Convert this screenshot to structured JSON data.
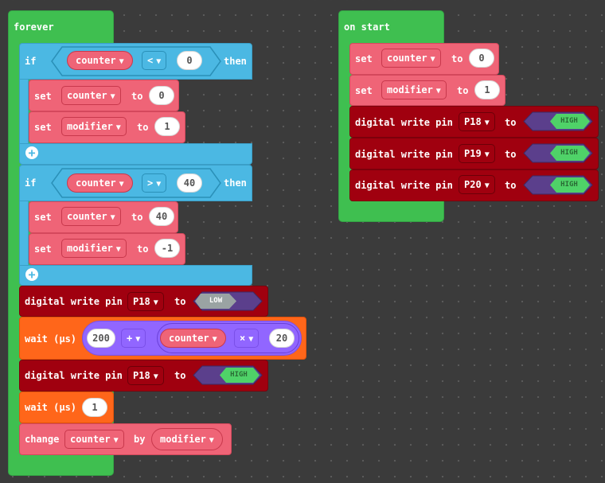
{
  "forever": {
    "title": "forever",
    "if1": {
      "kw_if": "if",
      "var": "counter",
      "op": "<",
      "value": "0",
      "kw_then": "then",
      "set_counter": {
        "kw_set": "set",
        "var": "counter",
        "kw_to": "to",
        "value": "0"
      },
      "set_modifier": {
        "kw_set": "set",
        "var": "modifier",
        "kw_to": "to",
        "value": "1"
      }
    },
    "if2": {
      "kw_if": "if",
      "var": "counter",
      "op": ">",
      "value": "40",
      "kw_then": "then",
      "set_counter": {
        "kw_set": "set",
        "var": "counter",
        "kw_to": "to",
        "value": "40"
      },
      "set_modifier": {
        "kw_set": "set",
        "var": "modifier",
        "kw_to": "to",
        "value": "-1"
      }
    },
    "dw_low": {
      "label": "digital write pin",
      "pin": "P18",
      "kw_to": "to",
      "state": "LOW"
    },
    "wait1": {
      "label": "wait (µs)",
      "a": "200",
      "op": "+",
      "var": "counter",
      "mul": "×",
      "b": "20"
    },
    "dw_high": {
      "label": "digital write pin",
      "pin": "P18",
      "kw_to": "to",
      "state": "HIGH"
    },
    "wait2": {
      "label": "wait (µs)",
      "value": "1"
    },
    "change": {
      "kw_change": "change",
      "var": "counter",
      "kw_by": "by",
      "by_var": "modifier"
    }
  },
  "onstart": {
    "title": "on start",
    "set_counter": {
      "kw_set": "set",
      "var": "counter",
      "kw_to": "to",
      "value": "0"
    },
    "set_modifier": {
      "kw_set": "set",
      "var": "modifier",
      "kw_to": "to",
      "value": "1"
    },
    "dw1": {
      "label": "digital write pin",
      "pin": "P18",
      "kw_to": "to",
      "state": "HIGH"
    },
    "dw2": {
      "label": "digital write pin",
      "pin": "P19",
      "kw_to": "to",
      "state": "HIGH"
    },
    "dw3": {
      "label": "digital write pin",
      "pin": "P20",
      "kw_to": "to",
      "state": "HIGH"
    }
  },
  "icons": {
    "dropdown": "▼",
    "add": "+"
  },
  "colors": {
    "loops": "#3fbf50",
    "logic": "#4bb8e3",
    "variables": "#ef6477",
    "pins": "#a0000f",
    "basic": "#ff661a",
    "math": "#9166ff",
    "high": "#4fd268",
    "low": "#9aa3a3"
  }
}
